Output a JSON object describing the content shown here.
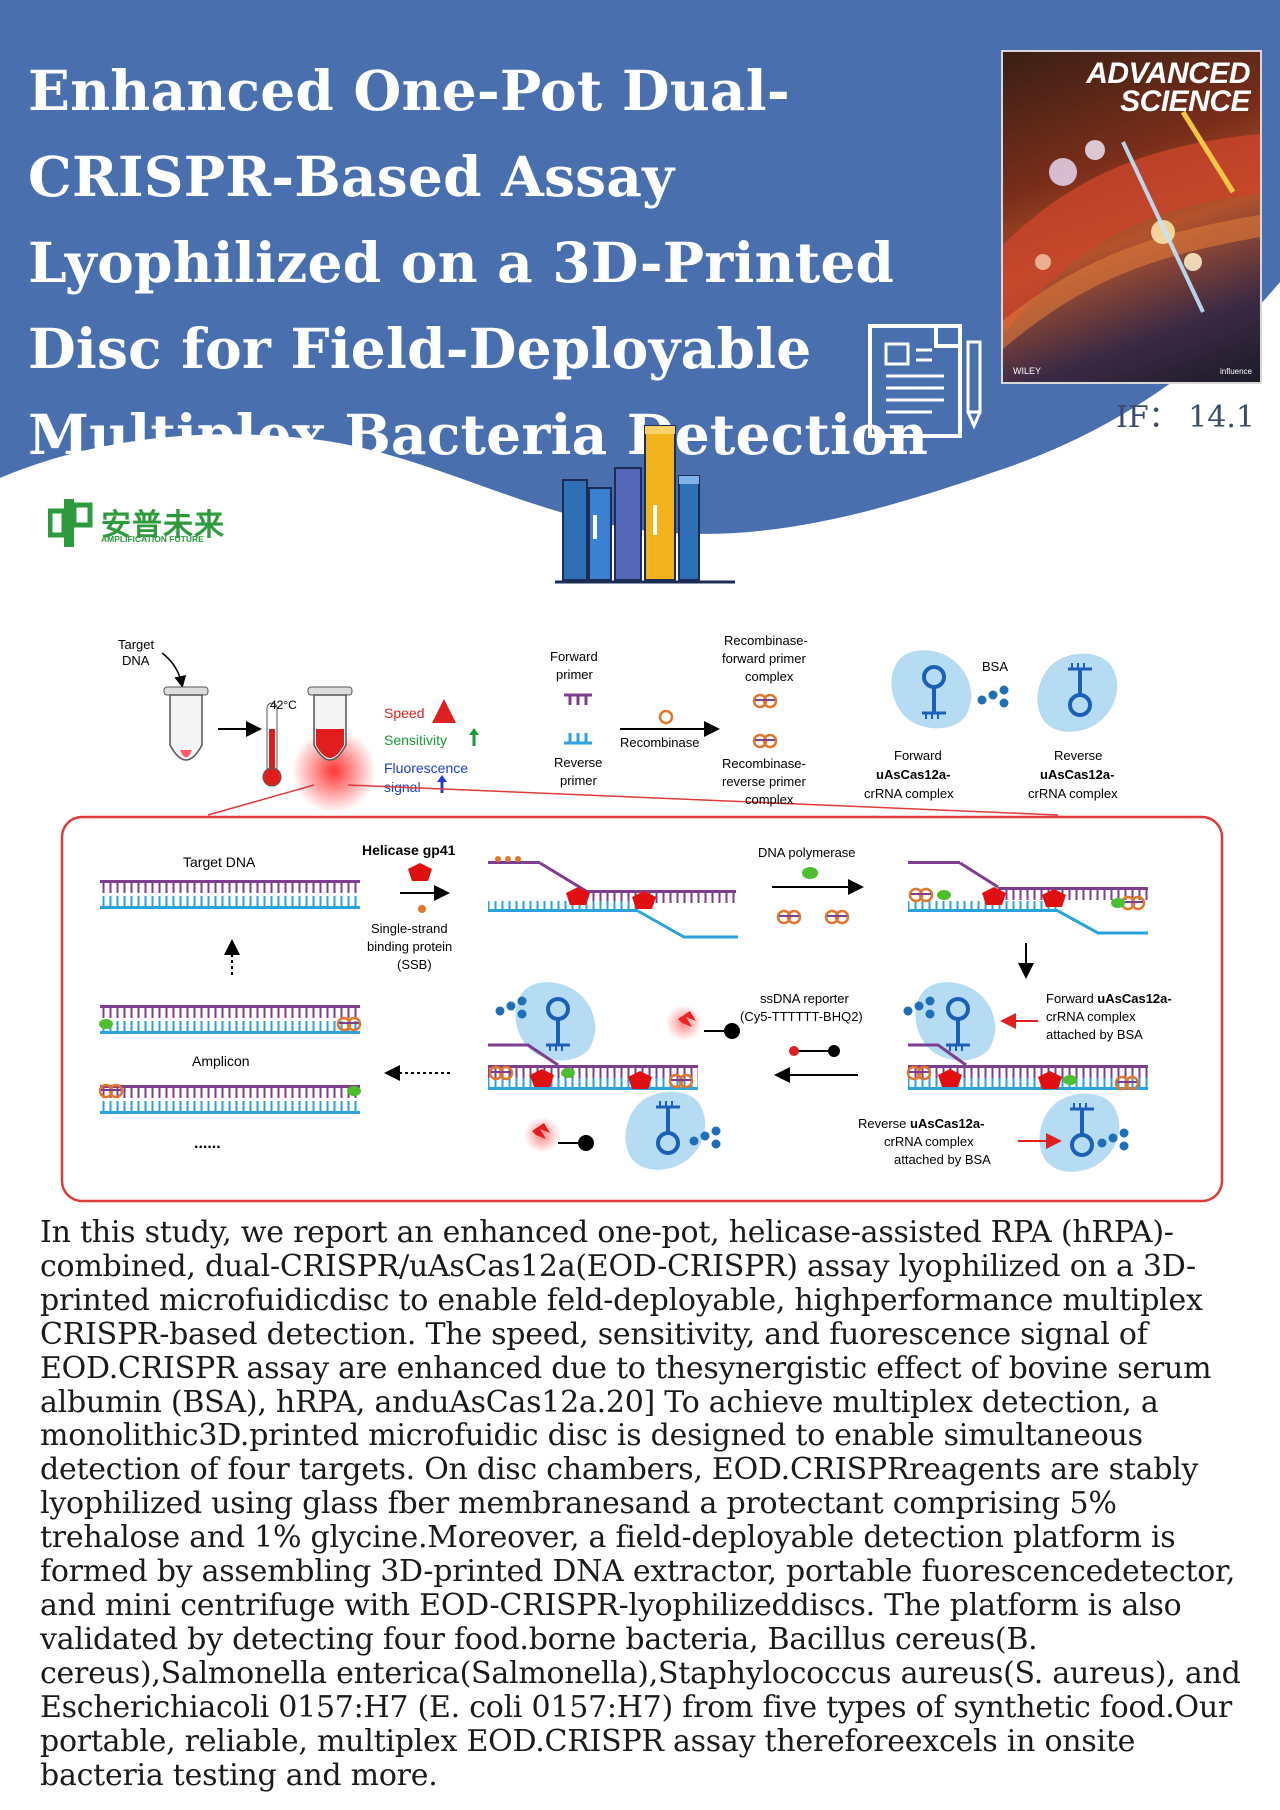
{
  "title": "Enhanced One-Pot Dual-CRISPR-Based Assay Lyophilized on a 3D-Printed Disc for Field-Deployable Multiplex Bacteria Detection",
  "journal_cover": {
    "journal_line1": "ADVANCED",
    "journal_line2": "SCIENCE",
    "publisher": "WILEY",
    "badge": "influence"
  },
  "impact_factor": "IF：  14.1",
  "logo": {
    "chinese": "安普未来",
    "english": "AMPLIFICATION FUTURE",
    "brand_color": "#2e9a3e"
  },
  "colors": {
    "header_blue": "#4a6fae",
    "frame_red": "#e03a3a",
    "strand_purple": "#7d3e8f",
    "strand_blue": "#2aa3dc"
  },
  "diagram": {
    "target_dna": "Target\nDNA",
    "temperature": "42°C",
    "speed": "Speed",
    "sensitivity": "Sensitivity",
    "fluorescence": "Fluorescence\nsignal",
    "forward_primer": "Forward\nprimer",
    "reverse_primer": "Reverse\nprimer",
    "recombinase": "Recombinase",
    "rec_forward": "Recombinase-\nforward primer\ncomplex",
    "rec_reverse": "Recombinase-\nreverse primer\ncomplex",
    "bsa": "BSA",
    "forward_complex_l1": "Forward",
    "forward_complex_l2": "uAsCas12a-",
    "forward_complex_l3": "crRNA complex",
    "reverse_complex_l1": "Reverse",
    "reverse_complex_l2": "uAsCas12a-",
    "reverse_complex_l3": "crRNA complex",
    "target_dna_panel": "Target DNA",
    "helicase": "Helicase gp41",
    "ssb": "Single-strand\nbinding protein\n(SSB)",
    "dna_polymerase": "DNA polymerase",
    "ssdna_reporter": "ssDNA reporter\n(Cy5-TTTTTT-BHQ2)",
    "fwd_attached_l1a": "Forward ",
    "fwd_attached_l1b": "uAsCas12a-",
    "fwd_attached_l2": "crRNA complex",
    "fwd_attached_l3": "attached by BSA",
    "rev_attached_l1a": "Reverse ",
    "rev_attached_l1b": "uAsCas12a-",
    "rev_attached_l2": "crRNA complex",
    "rev_attached_l3": "attached by BSA",
    "amplicon": "Amplicon",
    "dots": "......"
  },
  "abstract": "In this study, we report an enhanced one-pot, helicase-assisted RPA (hRPA)-combined, dual-CRISPR/uAsCas12a(EOD-CRISPR) assay lyophilized on a 3D-printed microfuidicdisc to enable feld-deployable, highperformance multiplex CRISPR-based detection. The speed, sensitivity, and fuorescence signal of EOD.CRISPR assay are enhanced due to thesynergistic effect of bovine serum albumin (BSA), hRPA, anduAsCas12a.20] To achieve multiplex detection, a monolithic3D.printed microfuidic disc is designed to enable simultaneous detection of four targets. On disc chambers, EOD.CRISPRreagents are stably lyophilized using glass fber membranesand a protectant comprising 5% trehalose and 1% glycine.Moreover, a field-deployable detection platform is formed by assembling 3D-printed DNA extractor, portable fuorescencedetector, and mini centrifuge with EOD-CRISPR-lyophilizeddiscs. The platform is also validated by detecting four food.borne bacteria, Bacillus cereus(B. cereus),Salmonella enterica(Salmonella),Staphylococcus aureus(S. aureus), and Escherichiacoli 0157:H7 (E. coli 0157:H7) from five types of synthetic food.Our portable, reliable, multiplex EOD.CRISPR assay thereforeexcels in onsite bacteria testing and more."
}
